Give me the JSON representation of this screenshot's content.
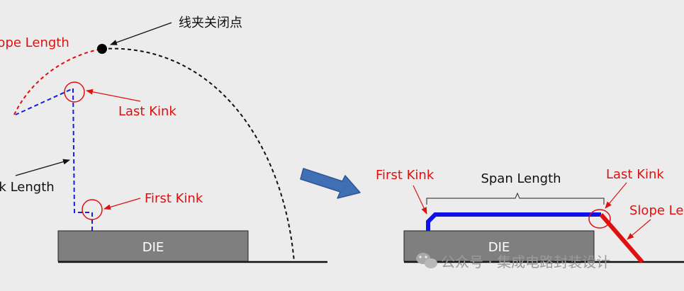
{
  "left_diagram": {
    "die_label": "DIE",
    "labels": {
      "close_point": "线夹关闭点",
      "slope_length": "Slope Length",
      "last_kink": "Last Kink",
      "first_kink": "First Kink",
      "neck_length": "Neck Length"
    }
  },
  "right_diagram": {
    "die_label": "DIE",
    "labels": {
      "first_kink": "First Kink",
      "span_length": "Span Length",
      "last_kink": "Last Kink",
      "slope_length": "Slope Length"
    }
  },
  "watermark": {
    "icon": "wechat-icon",
    "text": "公众号 · 集成电路封装设计"
  },
  "colors": {
    "background": "#ececec",
    "die": "#7f7f7f",
    "red": "#e01010",
    "blue": "#1010e8",
    "arrow_blue": "#3f6fb5"
  }
}
